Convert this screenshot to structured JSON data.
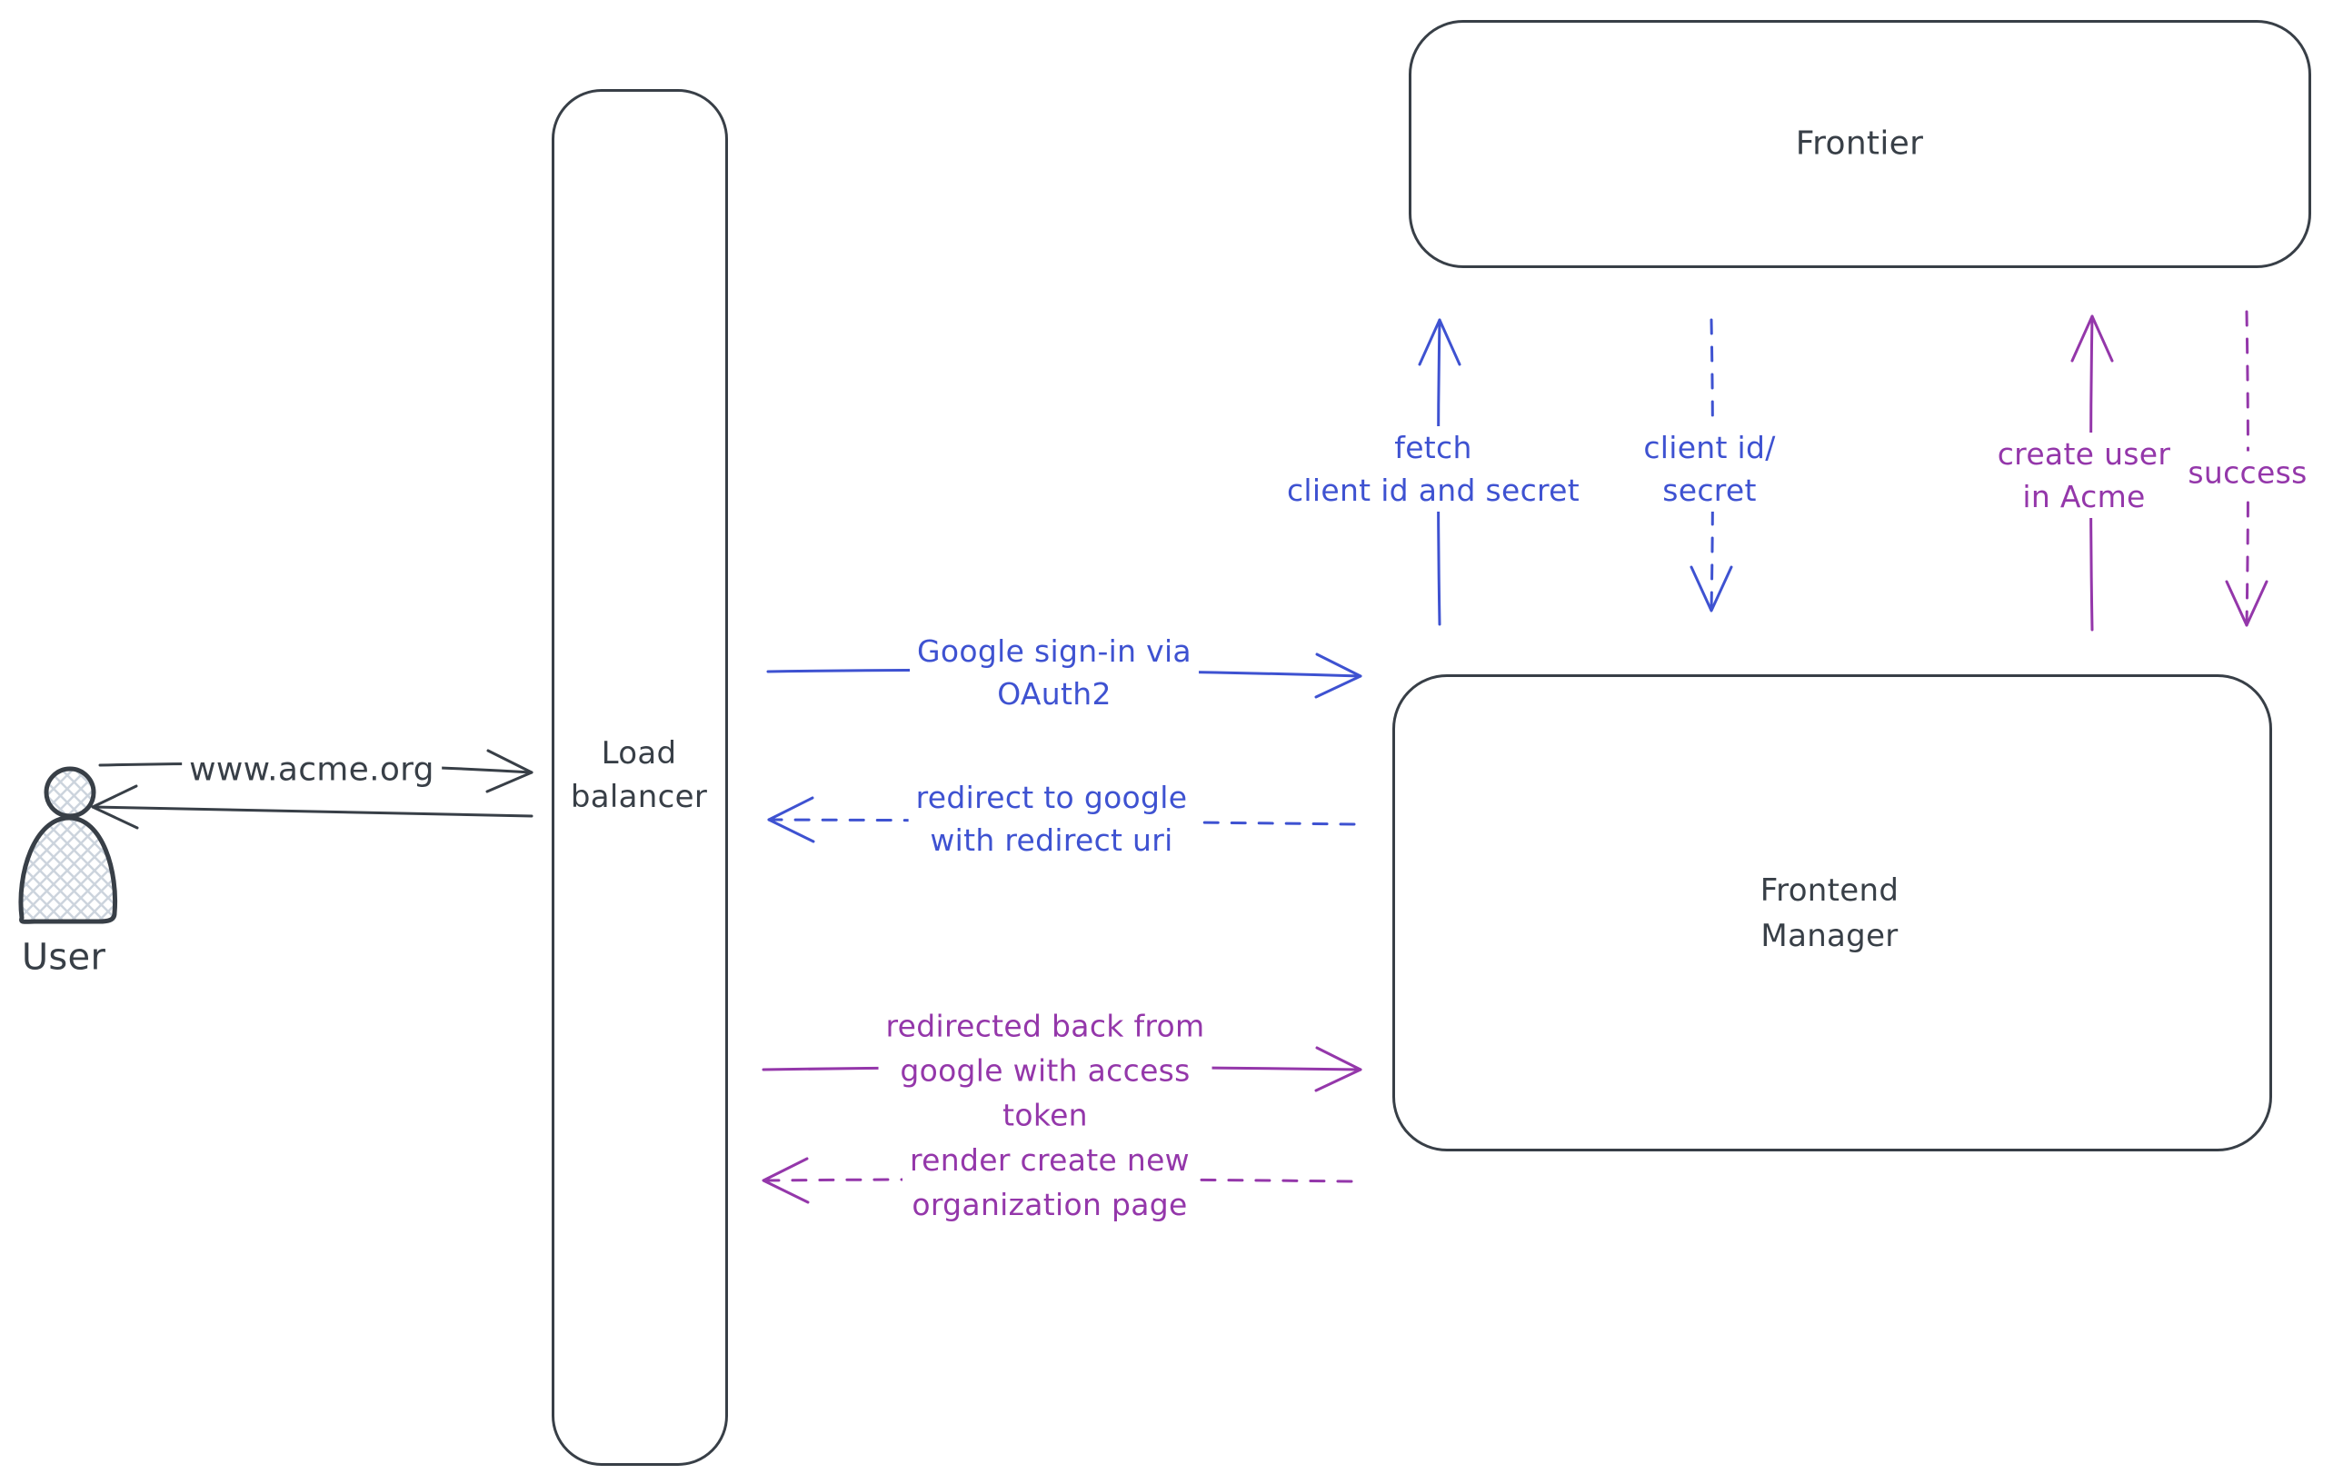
{
  "colors": {
    "dark": "#383f47",
    "blue": "#3e52d1",
    "purple": "#9437aa",
    "hatch": "#ccd4dd"
  },
  "actor": {
    "label": "User"
  },
  "nodes": {
    "load_balancer": {
      "line1": "Load",
      "line2": "balancer"
    },
    "frontier": {
      "label": "Frontier"
    },
    "frontend_manager": {
      "line1": "Frontend",
      "line2": "Manager"
    }
  },
  "messages": {
    "acme_url": {
      "label": "www.acme.org",
      "style": "solid",
      "direction": "right"
    },
    "lb_to_user": {
      "style": "solid",
      "direction": "left"
    },
    "google_signin": {
      "line1": "Google sign-in via",
      "line2": "OAuth2",
      "style": "solid",
      "direction": "right"
    },
    "redirect_google": {
      "line1": "redirect to google",
      "line2": "with redirect uri",
      "style": "dashed",
      "direction": "left"
    },
    "redirected_back": {
      "line1": "redirected back from",
      "line2": "google with access",
      "line3": "token",
      "style": "solid",
      "direction": "right"
    },
    "render_org_page": {
      "line1": "render create new",
      "line2": "organization page",
      "style": "dashed",
      "direction": "left"
    },
    "fetch_client": {
      "line1": "fetch",
      "line2": "client id and secret",
      "style": "solid",
      "direction": "up"
    },
    "client_id_secret": {
      "line1": "client id/",
      "line2": "secret",
      "style": "dashed",
      "direction": "down"
    },
    "create_user": {
      "line1": "create user",
      "line2": "in Acme",
      "style": "solid",
      "direction": "up"
    },
    "success": {
      "label": "success",
      "style": "dashed",
      "direction": "down"
    }
  }
}
